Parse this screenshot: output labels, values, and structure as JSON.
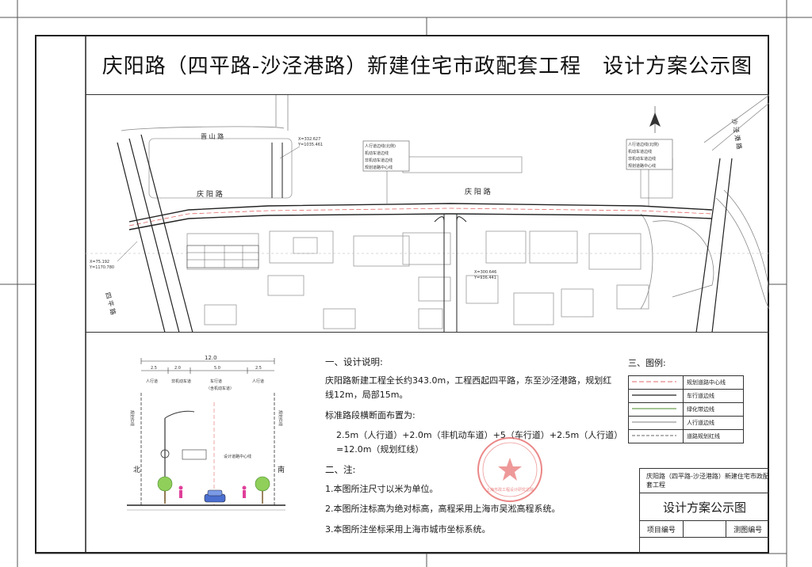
{
  "title": "庆阳路（四平路-沙泾港路）新建住宅市政配套工程　设计方案公示图",
  "map": {
    "road_labels": {
      "qingyang_west": "庆 阳 路",
      "qingyang_east": "庆 阳 路",
      "siping": "四 平 路",
      "shajinggang": "沙 泾 港 路",
      "jishan": "晋 山 路"
    },
    "coords": {
      "top_left": [
        "X=332.627",
        "Y=1035.461"
      ],
      "bottom_left": [
        "X=75.192",
        "Y=1170.780"
      ],
      "mid": [
        "X=300.646",
        "Y=936.441"
      ]
    },
    "legend_box_left": [
      "人行道边线(北侧)",
      "机动车道边线",
      "非机动车道边线",
      "规划道路中心线"
    ],
    "legend_box_right": [
      "人行道边线(北侧)",
      "机动车道边线",
      "非机动车道边线",
      "规划道路中心线"
    ]
  },
  "section": {
    "total_width": "12.0",
    "widths": [
      "2.5",
      "2.0",
      "5.0",
      "2.5"
    ],
    "labels": [
      "人行道",
      "非机动车道",
      "车行道",
      "人行道"
    ],
    "sublabel": "（含机动车道）",
    "side_left": "规划红线",
    "side_right": "规划红线",
    "north": "北",
    "south": "南",
    "center_label": "设计道路中心线"
  },
  "notes": {
    "h1": "一、设计说明:",
    "p1": "庆阳路新建工程全长约343.0m，工程西起四平路，东至沙泾港路，规划红线12m，局部15m。",
    "p2": "标准路段横断面布置为:",
    "p3": "2.5m（人行道）+2.0m（非机动车道）+5（车行道）+2.5m（人行道）=12.0m（规划红线）",
    "h2": "二、注:",
    "n1": "1.本图所注尺寸以米为单位。",
    "n2": "2.本图所注标高为绝对标高，高程采用上海市吴淞高程系统。",
    "n3": "3.本图所注坐标采用上海市城市坐标系统。"
  },
  "legend": {
    "title": "三、图例:",
    "items": [
      "规划道路中心线",
      "车行道边线",
      "绿化带边线",
      "人行道边线",
      "道路规划红线"
    ]
  },
  "title_block": {
    "project": "庆阳路（四平路-沙泾港路）新建住宅市政配套工程",
    "drawing": "设计方案公示图",
    "field1": "项目编号",
    "field2": "测图编号"
  },
  "stamp_text": "上海市政工程设计研究总院"
}
